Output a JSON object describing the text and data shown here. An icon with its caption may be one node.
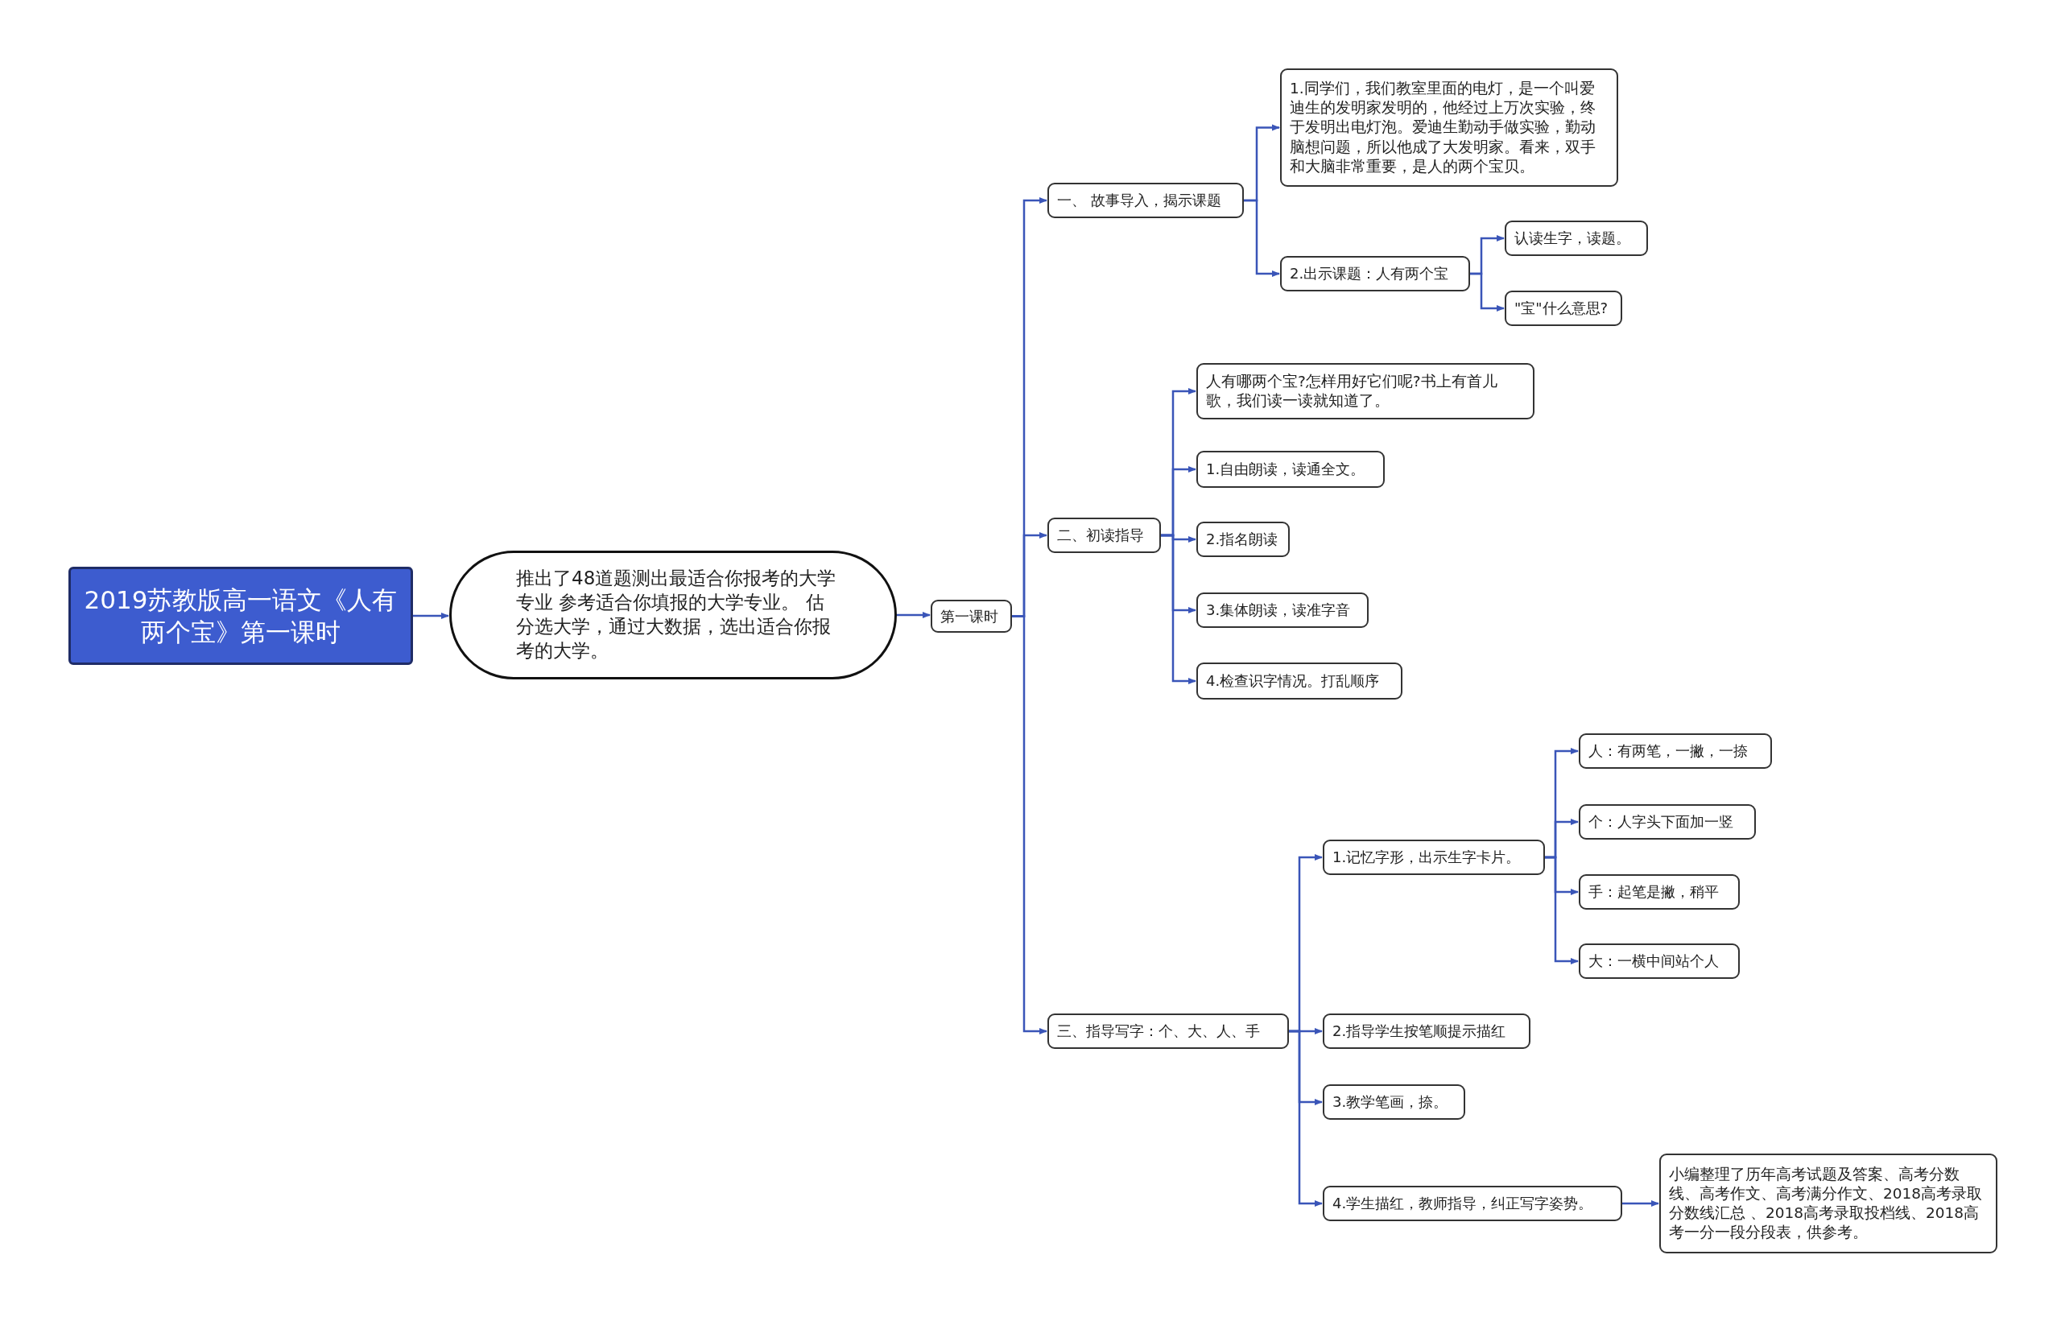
{
  "diagram": {
    "nodes": [
      {
        "text": [
          "2019苏教版高一语文《人有两个宝》第一课时"
        ]
      },
      {
        "text": [
          "推出了48道题测出最适合你报考的大学专业 参考适合你填报的大学专业。 估分选大学，通过大数据，选出适合你报考的大学。"
        ]
      },
      {
        "text": [
          "第一课时"
        ]
      },
      {
        "text": [
          "一、 故事导入，揭示课题"
        ]
      },
      {
        "text": [
          "1.同学们，我们教室里面的电灯，是一个叫爱迪生的发明家发明的，他经过上万次实验，终于发明出电灯泡。爱迪生勤动手做实验，勤动脑想问题，所以他成了大发明家。看来，双手和大脑非常重要，是人的两个宝贝。"
        ]
      },
      {
        "text": [
          "2.出示课题：人有两个宝"
        ]
      },
      {
        "text": [
          "认读生字，读题。"
        ]
      },
      {
        "text": [
          "\"宝\"什么意思?"
        ]
      },
      {
        "text": [
          "二、初读指导"
        ]
      },
      {
        "text": [
          "人有哪两个宝?怎样用好它们呢?书上有首儿歌，我们读一读就知道了。"
        ]
      },
      {
        "text": [
          "1.自由朗读，读通全文。"
        ]
      },
      {
        "text": [
          "2.指名朗读"
        ]
      },
      {
        "text": [
          "3.集体朗读，读准字音"
        ]
      },
      {
        "text": [
          "4.检查识字情况。打乱顺序"
        ]
      },
      {
        "text": [
          "三、指导写字：个、大、人、手"
        ]
      },
      {
        "text": [
          "1.记忆字形，出示生字卡片。"
        ]
      },
      {
        "text": [
          "人：有两笔，一撇，一捺"
        ]
      },
      {
        "text": [
          "个：人字头下面加一竖"
        ]
      },
      {
        "text": [
          "手：起笔是撇，稍平"
        ]
      },
      {
        "text": [
          "大：一横中间站个人"
        ]
      },
      {
        "text": [
          "2.指导学生按笔顺提示描红"
        ]
      },
      {
        "text": [
          "3.教学笔画，捺。"
        ]
      },
      {
        "text": [
          "4.学生描红，教师指导，纠正写字姿势。"
        ]
      },
      {
        "text": [
          "小编整理了历年高考试题及答案、高考分数线、高考作文、高考满分作文、2018高考录取分数线汇总 、2018高考录取投档线、2018高考一分一段分段表，供参考。"
        ]
      }
    ],
    "edges": [
      {
        "from": 0,
        "to": 1,
        "arrow": "to"
      },
      {
        "from": 1,
        "to": 2,
        "arrow": "to"
      },
      {
        "from": 2,
        "to": 3,
        "arrow": "to"
      },
      {
        "from": 3,
        "to": 4,
        "arrow": "to"
      },
      {
        "from": 3,
        "to": 5,
        "arrow": "to"
      },
      {
        "from": 5,
        "to": 6,
        "arrow": "to"
      },
      {
        "from": 5,
        "to": 7,
        "arrow": "to"
      },
      {
        "from": 2,
        "to": 8,
        "arrow": "to"
      },
      {
        "from": 8,
        "to": 9,
        "arrow": "to"
      },
      {
        "from": 8,
        "to": 10,
        "arrow": "to"
      },
      {
        "from": 8,
        "to": 11,
        "arrow": "to"
      },
      {
        "from": 8,
        "to": 12,
        "arrow": "to"
      },
      {
        "from": 8,
        "to": 13,
        "arrow": "to"
      },
      {
        "from": 2,
        "to": 14,
        "arrow": "to"
      },
      {
        "from": 14,
        "to": 15,
        "arrow": "to"
      },
      {
        "from": 15,
        "to": 16,
        "arrow": "to"
      },
      {
        "from": 15,
        "to": 17,
        "arrow": "to"
      },
      {
        "from": 15,
        "to": 18,
        "arrow": "to"
      },
      {
        "from": 15,
        "to": 19,
        "arrow": "to"
      },
      {
        "from": 14,
        "to": 20,
        "arrow": "to"
      },
      {
        "from": 14,
        "to": 21,
        "arrow": "to"
      },
      {
        "from": 14,
        "to": 22,
        "arrow": "to"
      },
      {
        "from": 22,
        "to": 23,
        "arrow": "to"
      }
    ]
  }
}
